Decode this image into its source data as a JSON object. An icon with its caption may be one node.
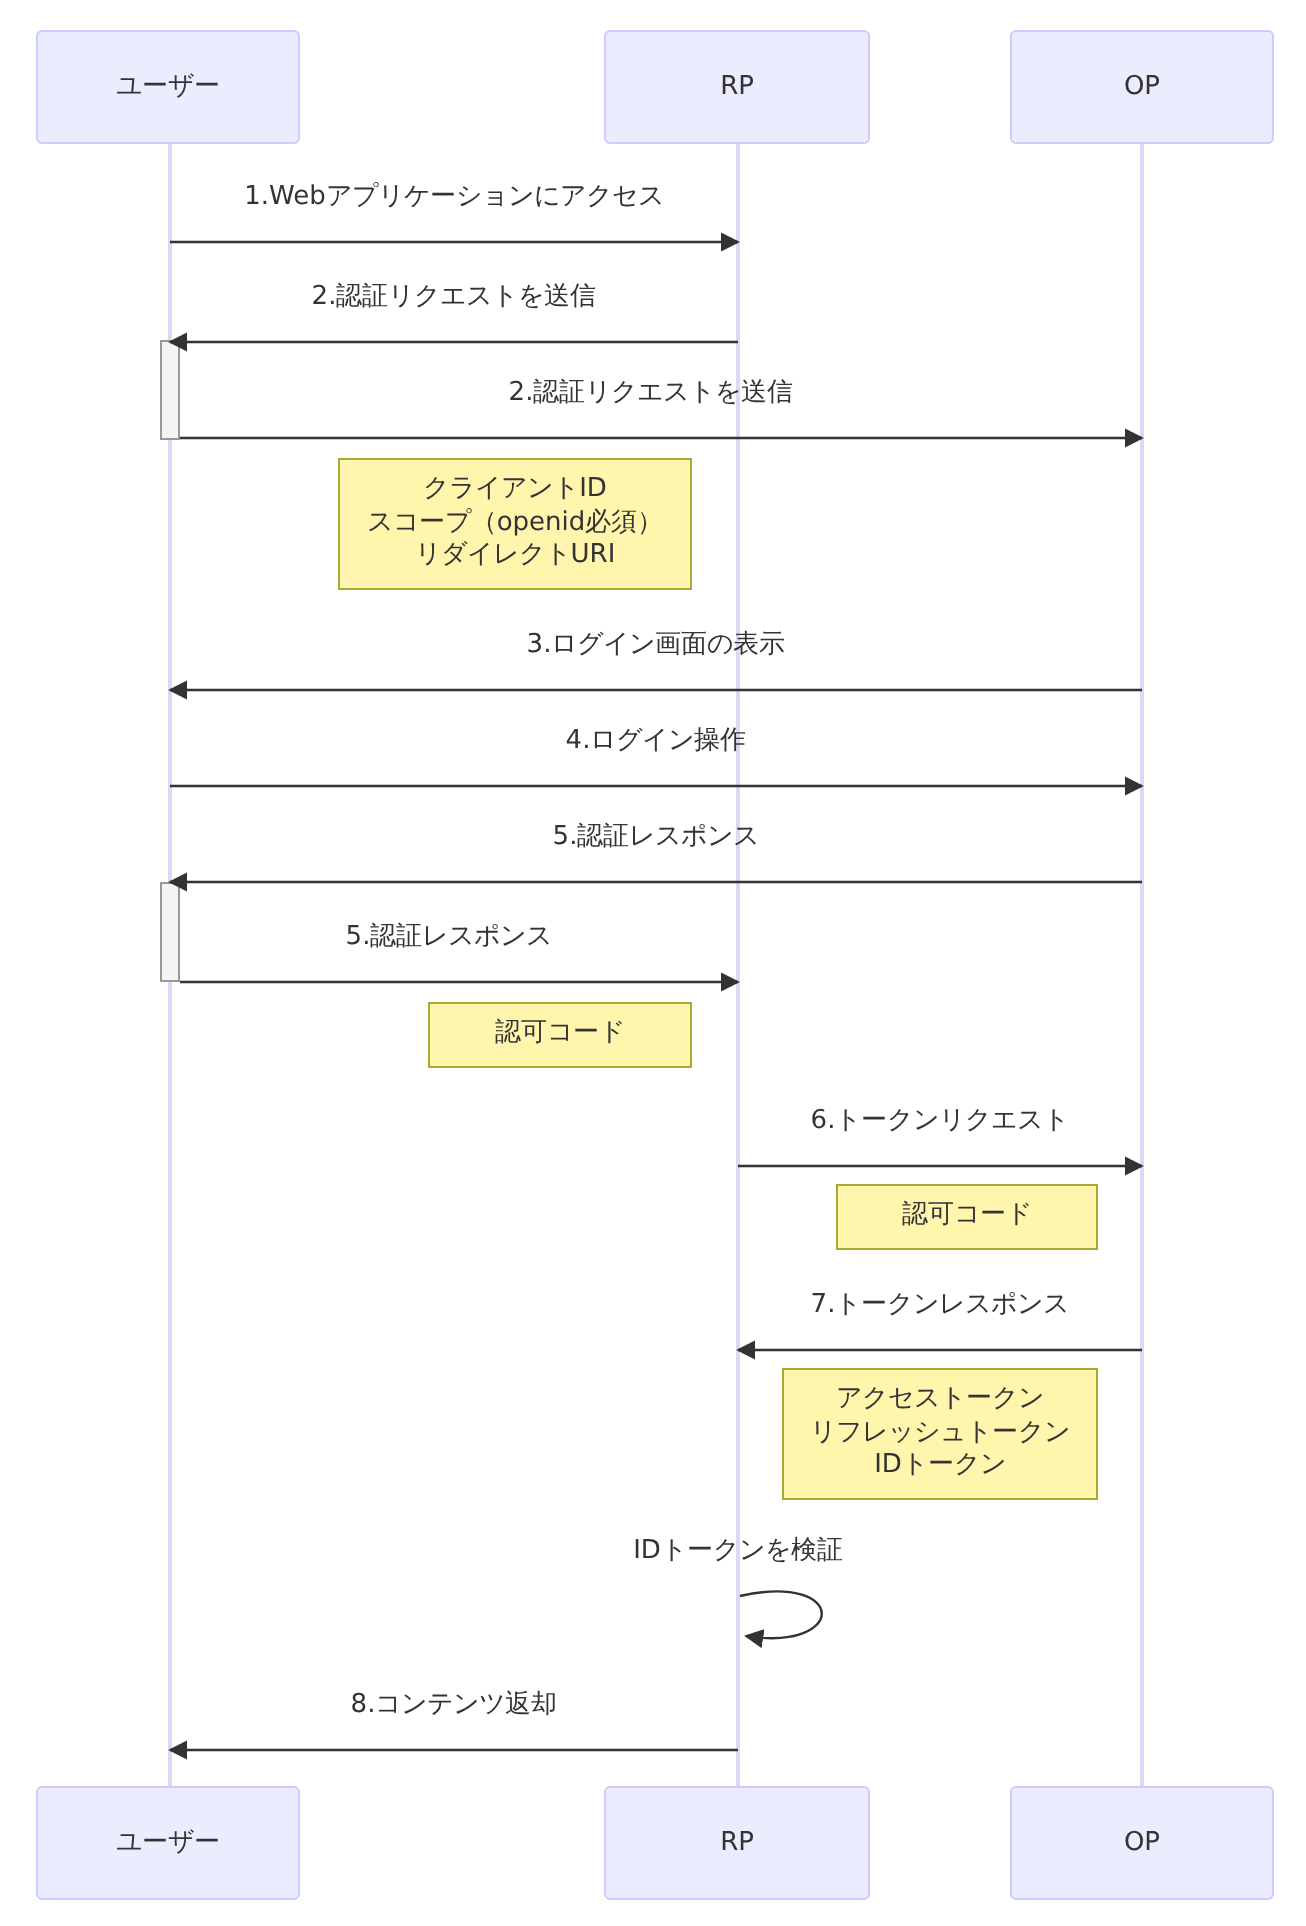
{
  "diagram": {
    "nodes": [
      {
        "text": [
          "ユーザー"
        ]
      },
      {
        "text": [
          "RP"
        ]
      },
      {
        "text": [
          "OP"
        ]
      },
      {
        "text": [],
        "shape": "bar"
      },
      {
        "text": [],
        "shape": "bar"
      },
      {
        "text": [],
        "shape": "bar"
      },
      {
        "text": [],
        "shape": "bar"
      },
      {
        "text": [
          "クライアントID",
          "スコープ（openid必須）",
          "リダイレクトURI"
        ]
      },
      {
        "text": [],
        "shape": "bar"
      },
      {
        "text": [
          "認可コード"
        ]
      },
      {
        "text": [
          "認可コード"
        ]
      },
      {
        "text": [
          "アクセストークン",
          "リフレッシュトークン",
          "IDトークン"
        ]
      },
      {
        "text": [
          "ユーザー"
        ]
      },
      {
        "text": [
          "RP"
        ]
      },
      {
        "text": [
          "OP"
        ]
      }
    ],
    "edges": [
      {
        "from": 3,
        "to": 4,
        "arrow": "to",
        "label": "1.Webアプリケーションにアクセス"
      },
      {
        "from": 4,
        "to": 3,
        "arrow": "to",
        "label": "2.認証リクエストを送信"
      },
      {
        "from": 6,
        "to": 5,
        "arrow": "to",
        "label": "2.認証リクエストを送信"
      },
      {
        "from": 5,
        "to": 3,
        "arrow": "to",
        "label": "3.ログイン画面の表示"
      },
      {
        "from": 3,
        "to": 5,
        "arrow": "to",
        "label": "4.ログイン操作"
      },
      {
        "from": 5,
        "to": 3,
        "arrow": "to",
        "label": "5.認証レスポンス"
      },
      {
        "from": 8,
        "to": 4,
        "arrow": "to",
        "label": "5.認証レスポンス"
      },
      {
        "from": 4,
        "to": 5,
        "arrow": "to",
        "label": "6.トークンリクエスト"
      },
      {
        "from": 5,
        "to": 4,
        "arrow": "to",
        "label": "7.トークンレスポンス"
      },
      {
        "from": 4,
        "to": 4,
        "arrow": "to",
        "label": "IDトークンを検証"
      },
      {
        "from": 4,
        "to": 3,
        "arrow": "to",
        "label": "8.コンテンツ返却"
      }
    ]
  }
}
